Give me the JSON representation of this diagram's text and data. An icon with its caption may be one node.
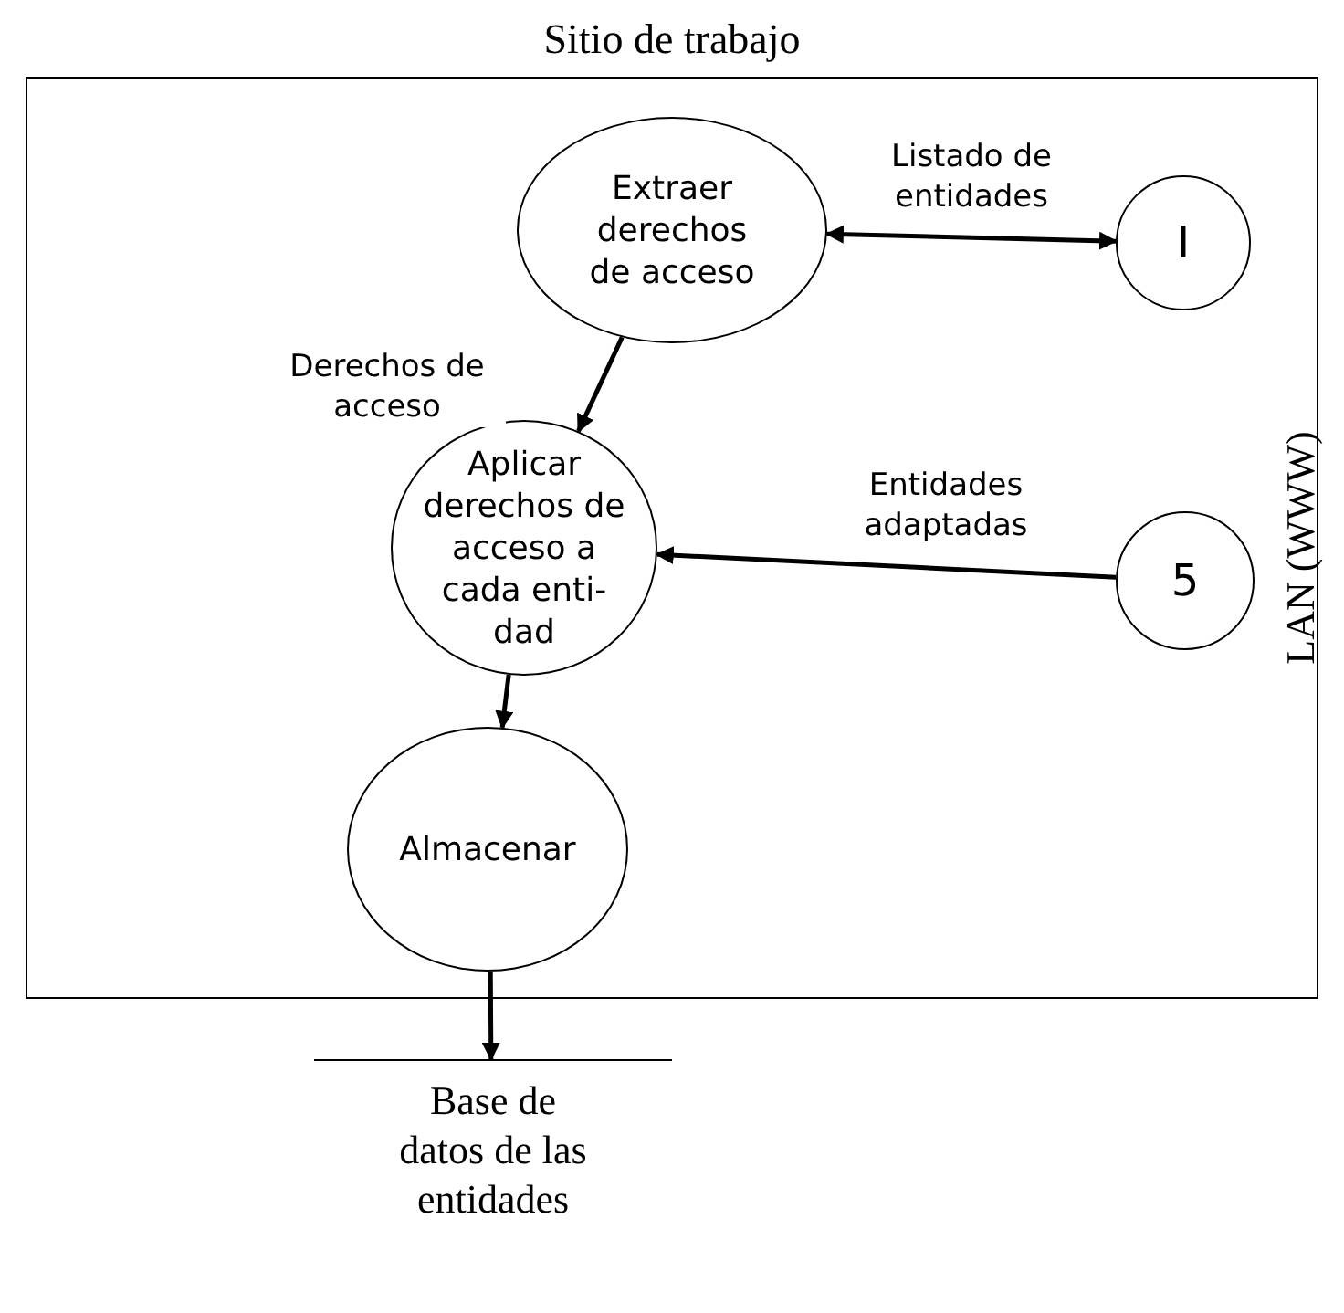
{
  "diagram": {
    "nodes": [
      {
        "text": [
          "Sitio de trabajo"
        ]
      },
      {
        "text": [
          "Extraer derechos de acceso"
        ],
        "in": 0
      },
      {
        "text": [
          "I"
        ],
        "in": 0
      },
      {
        "text": [
          "Aplicar derechos de acceso a cada enti-dad"
        ],
        "in": 0
      },
      {
        "text": [
          "5"
        ],
        "in": 0
      },
      {
        "text": [
          "Almacenar"
        ],
        "in": 0
      },
      {
        "text": [
          "Base de datos de las entidades"
        ]
      }
    ],
    "edges": [
      {
        "from": 1,
        "to": 2,
        "arrow": "both",
        "label": "Listado de entidades"
      },
      {
        "from": 1,
        "to": 3,
        "arrow": "to",
        "label": "Derechos de acceso"
      },
      {
        "from": 4,
        "to": 3,
        "arrow": "to",
        "label": "Entidades adaptadas"
      },
      {
        "from": 3,
        "to": 5,
        "arrow": "to"
      },
      {
        "from": 5,
        "to": 6,
        "arrow": "to"
      }
    ],
    "labels": [
      "LAN (WWW)"
    ]
  }
}
